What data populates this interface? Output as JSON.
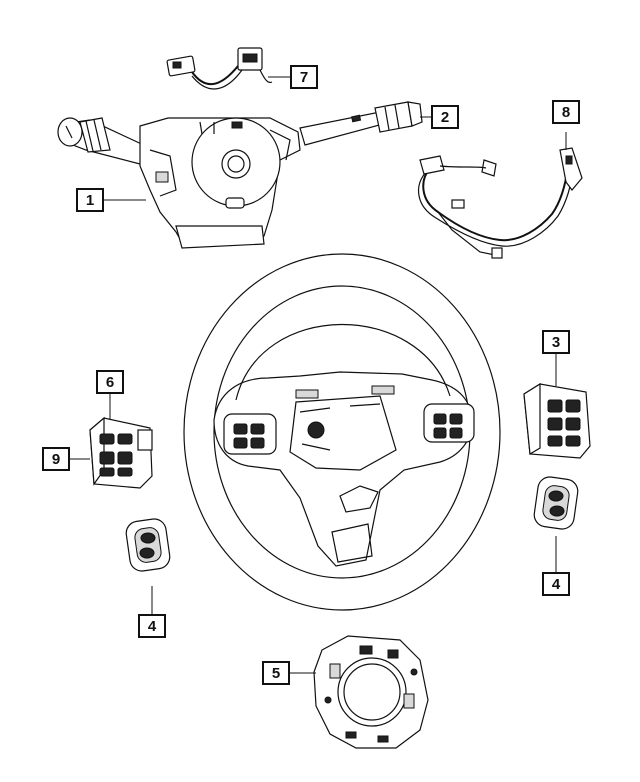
{
  "callouts": {
    "c1": "1",
    "c2": "2",
    "c3": "3",
    "c4a": "4",
    "c4b": "4",
    "c5": "5",
    "c6": "6",
    "c7": "7",
    "c8": "8",
    "c9": "9"
  },
  "parts": [
    {
      "ref": "1",
      "icon": "multifunction-switch-icon"
    },
    {
      "ref": "2",
      "icon": "wiper-switch-lever-icon"
    },
    {
      "ref": "3",
      "icon": "right-steering-wheel-switch-icon"
    },
    {
      "ref": "4",
      "icon": "paddle-switch-icon"
    },
    {
      "ref": "5",
      "icon": "clockspring-icon"
    },
    {
      "ref": "6",
      "icon": "left-steering-wheel-switch-icon"
    },
    {
      "ref": "7",
      "icon": "wiring-jumper-icon"
    },
    {
      "ref": "8",
      "icon": "wiring-harness-icon"
    },
    {
      "ref": "9",
      "icon": "switch-bezel-icon"
    }
  ]
}
